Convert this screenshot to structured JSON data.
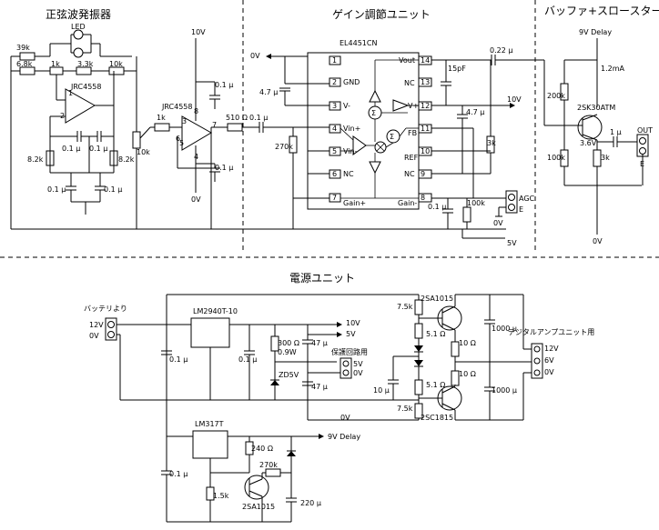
{
  "sections": {
    "oscillator": "正弦波発振器",
    "gain": "ゲイン調節ユニット",
    "buffer": "バッファ+スロースタート",
    "power": "電源ユニット"
  },
  "osc": {
    "r1": "39k",
    "r2": "6.8k",
    "r3": "1k",
    "r4": "3.3k",
    "r5": "10k",
    "led": "LED",
    "ic1": "JRC4558",
    "ic2": "JRC4558",
    "c1": "0.1 μ",
    "c2": "0.1 μ",
    "r6": "8.2k",
    "r7": "8.2k",
    "c3": "0.1 μ",
    "c4": "0.1 μ",
    "vr": "10k",
    "r8": "1k",
    "v10": "10V",
    "c5": "0.1 μ",
    "c6": "0.1 μ",
    "gnd": "0V",
    "r9": "510 Ω",
    "c7": "0.1 μ",
    "pin1": "1",
    "pin2": "2",
    "pin3": "3",
    "pin5": "5",
    "pin6": "6",
    "pin7": "7",
    "pin8": "8",
    "pin4": "4"
  },
  "gainunit": {
    "ic": "EL4451CN",
    "v0": "0V",
    "c1": "4.7 μ",
    "r1": "270k",
    "pins_left": [
      "1",
      "2",
      "3",
      "4",
      "5",
      "6",
      "7"
    ],
    "pins_right": [
      "14",
      "13",
      "12",
      "11",
      "10",
      "9",
      "8"
    ],
    "lbl_left": [
      "",
      "GND",
      "V-",
      "Vin+",
      "Vin-",
      "NC",
      "Gain+"
    ],
    "lbl_right": [
      "Vout",
      "NC",
      "V+",
      "FB",
      "REF",
      "NC",
      "Gain-"
    ],
    "c15p": "15pF",
    "c47": "4.7 μ",
    "c022": "0.22 μ",
    "v10": "10V",
    "r3k": "3k",
    "c01": "0.1 μ",
    "r100k": "100k",
    "agc": "AGC",
    "e": "E",
    "v0b": "0V",
    "v5": "5V"
  },
  "buffer": {
    "v9": "9V Delay",
    "i": "1.2mA",
    "r200k": "200k",
    "fet": "2SK30ATM",
    "vd": "3.6V",
    "c1": "1 μ",
    "out": "OUT",
    "r100k": "100k",
    "r3k": "3k",
    "e": "E",
    "gnd": "0V"
  },
  "power": {
    "battery": "バッテリより",
    "v12": "12V",
    "v0": "0V",
    "reg1": "LM2940T-10",
    "reg2": "LM317T",
    "c1": "0.1 μ",
    "c2": "0.1 μ",
    "c3": "0.1 μ",
    "r300": "300 Ω",
    "w": "0.9W",
    "zd": "ZD5V",
    "c47a": "47 μ",
    "c47b": "47 μ",
    "out10": "10V",
    "out5": "5V",
    "prot": "保護回路用",
    "p5": "5V",
    "p0": "0V",
    "gnd": "0V",
    "r75a": "7.5k",
    "r51a": "5.1 Ω",
    "tr1": "2SA1015",
    "r10a": "10 Ω",
    "c1000a": "1000 μ",
    "c10": "10 μ",
    "r51b": "5.1 Ω",
    "r75b": "7.5k",
    "tr2": "2SC1815",
    "r10b": "10 Ω",
    "c1000b": "1000 μ",
    "dig": "デジタルアンプユニット用",
    "d12": "12V",
    "d6": "6V",
    "d0": "0V",
    "r240": "240 Ω",
    "delay": "9V Delay",
    "r270": "270k",
    "r15": "1.5k",
    "tr3": "2SA1015",
    "c220": "220 μ"
  }
}
